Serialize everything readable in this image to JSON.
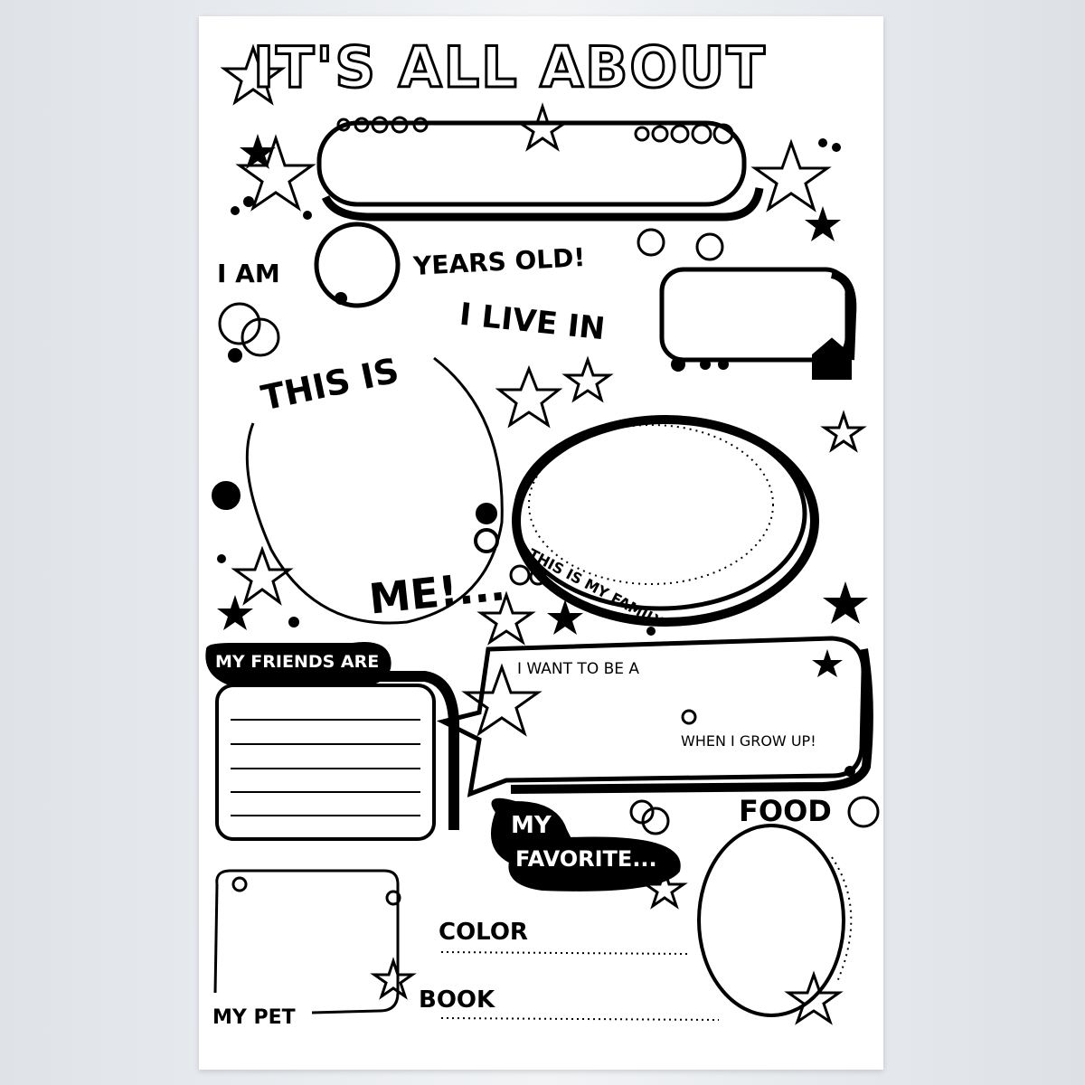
{
  "title": "IT'S ALL ABOUT",
  "labels": {
    "i_am": "I AM",
    "years_old": "YEARS OLD!",
    "i_live_in": "I LIVE IN",
    "this_is": "THIS IS",
    "me": "ME!...",
    "my_family": "THIS IS MY FAMILY",
    "my_friends_are": "MY FRIENDS ARE",
    "want_to_be": "I WANT TO BE A",
    "grow_up": "WHEN I GROW UP!",
    "my_favorite_1": "MY",
    "my_favorite_2": "FAVORITE...",
    "food": "FOOD",
    "color": "COLOR",
    "book": "BOOK",
    "my_pet": "MY PET"
  },
  "colors": {
    "ink": "#000000",
    "paper": "#ffffff",
    "background": "#e6e9ed"
  }
}
